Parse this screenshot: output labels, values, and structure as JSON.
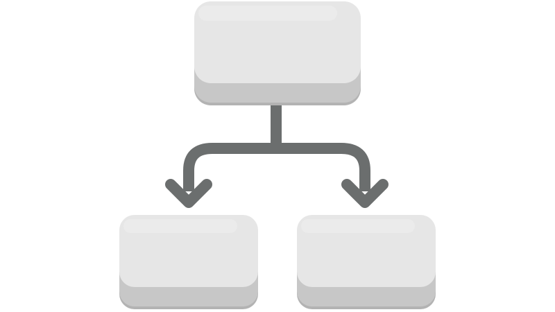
{
  "diagram": {
    "type": "hierarchy",
    "nodes": [
      {
        "id": "root",
        "label": ""
      },
      {
        "id": "child-left",
        "label": ""
      },
      {
        "id": "child-right",
        "label": ""
      }
    ],
    "edges": [
      {
        "from": "root",
        "to": "child-left"
      },
      {
        "from": "root",
        "to": "child-right"
      }
    ],
    "colors": {
      "background": "#ffffff",
      "node_face": "#e6e6e6",
      "node_highlight": "#efefef",
      "node_side": "#c7c7c7",
      "node_edge_shadow": "#b3b3b3",
      "connector": "#6b6e6e"
    }
  }
}
